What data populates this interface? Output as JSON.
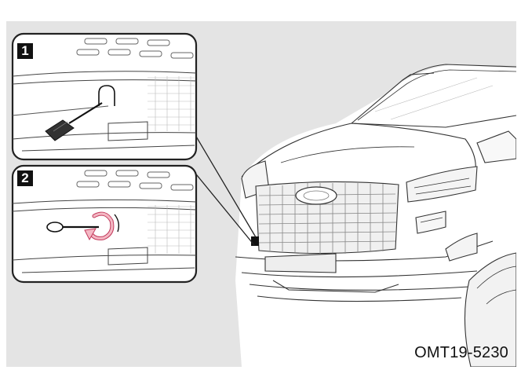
{
  "figure": {
    "code": "OMT19-5230",
    "steps": [
      {
        "label": "1"
      },
      {
        "label": "2"
      }
    ],
    "colors": {
      "background": "#e4e4e4",
      "line": "#333333",
      "arrow_fill": "#f4b8c4",
      "arrow_stroke": "#c23a5c",
      "badge": "#111111"
    },
    "icons": [
      "screwdriver-icon",
      "tow-hook-icon",
      "rotate-arrow-icon"
    ]
  }
}
